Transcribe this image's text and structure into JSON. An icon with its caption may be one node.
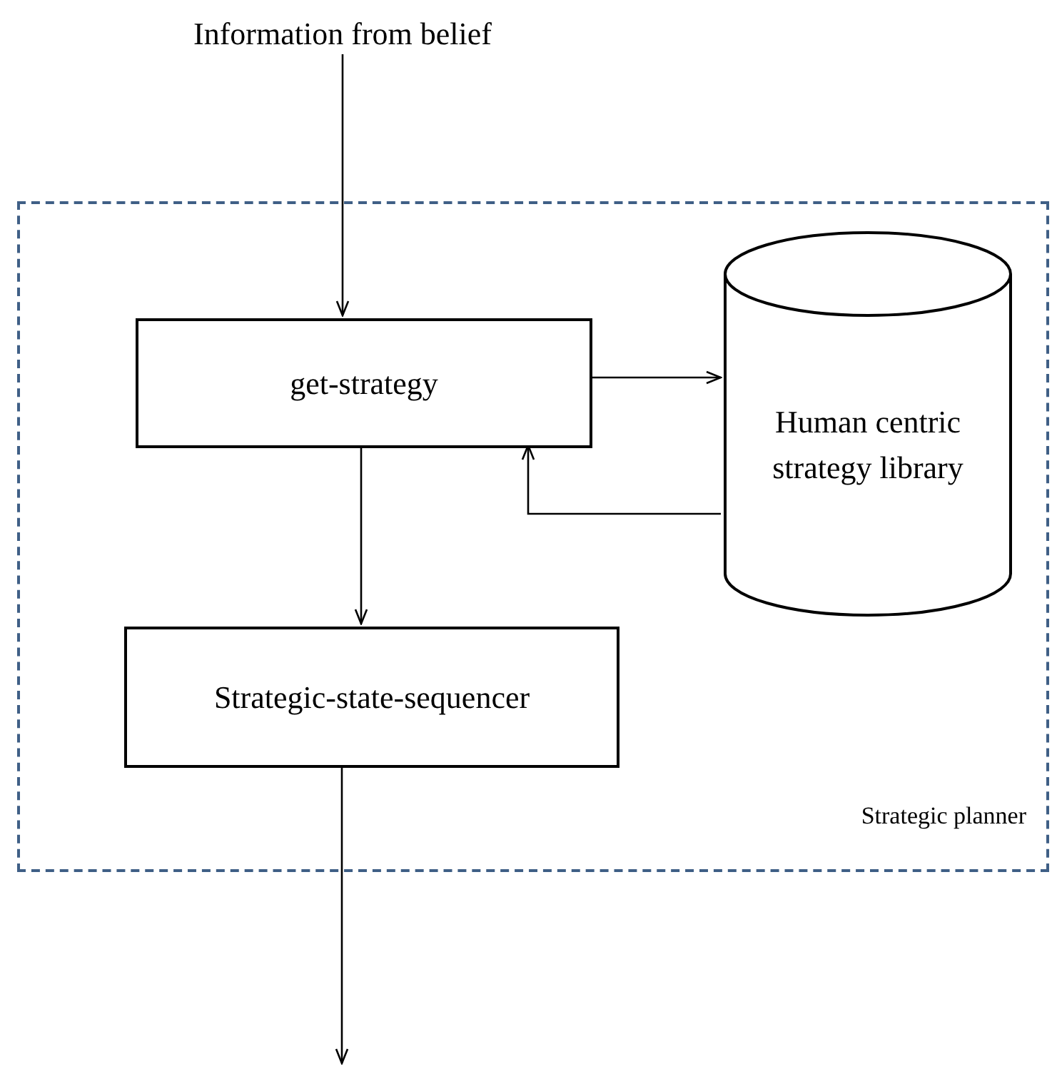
{
  "diagram": {
    "nodes": [
      {
        "text": [
          "Information from belief"
        ]
      },
      {
        "text": [
          "Strategic planner"
        ]
      },
      {
        "text": [
          "get-strategy"
        ],
        "in": 1
      },
      {
        "text": [
          "Human centric strategy library"
        ],
        "in": 1
      },
      {
        "text": [
          "Strategic-state-sequencer"
        ],
        "in": 1
      }
    ],
    "edges": [
      {
        "from": 0,
        "to": 2,
        "arrow": "to"
      },
      {
        "from": 2,
        "to": 3,
        "arrow": "to"
      },
      {
        "from": 3,
        "to": 2,
        "arrow": "to"
      },
      {
        "from": 2,
        "to": 4,
        "arrow": "to"
      },
      {
        "from": 4,
        "to": null,
        "arrow": "to"
      }
    ]
  }
}
